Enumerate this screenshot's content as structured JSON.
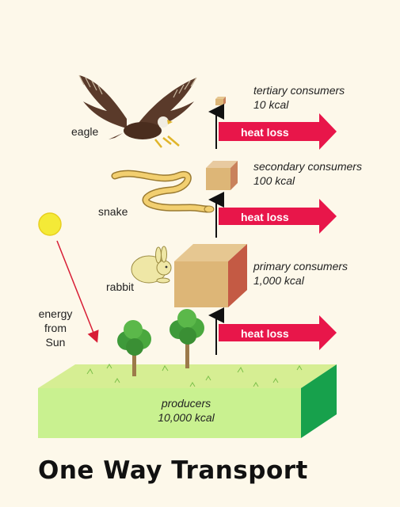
{
  "title": "One Way Transport",
  "organisms": {
    "eagle": "eagle",
    "snake": "snake",
    "rabbit": "rabbit"
  },
  "sun_label": [
    "energy",
    "from",
    "Sun"
  ],
  "levels": {
    "tertiary": {
      "name": "tertiary consumers",
      "energy": "10 kcal"
    },
    "secondary": {
      "name": "secondary consumers",
      "energy": "100 kcal"
    },
    "primary": {
      "name": "primary consumers",
      "energy": "1,000 kcal"
    },
    "producers": {
      "name": "producers",
      "energy": "10,000 kcal"
    }
  },
  "heat_loss": [
    "heat loss",
    "heat loss",
    "heat loss"
  ],
  "colors": {
    "background": "#fdf8ea",
    "arrow": "#e8164a",
    "cube_front": "#ddb677",
    "cube_side": "#c45a44",
    "producer_top": "#cfeb8a",
    "producer_front": "#c9f190",
    "producer_side": "#16a04a",
    "sun": "#f4ea37"
  }
}
